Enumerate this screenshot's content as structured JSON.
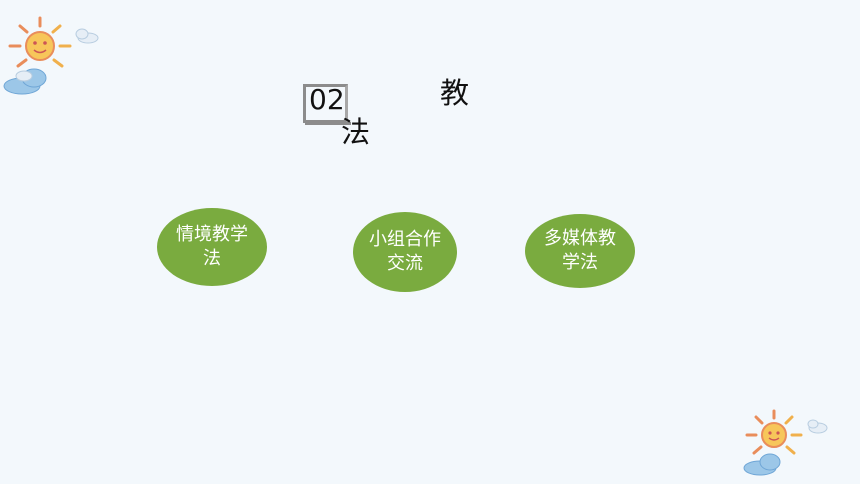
{
  "section": {
    "number": "02",
    "title_char_1": "教",
    "title_char_2": "法"
  },
  "methods": [
    {
      "label": "情境教学法"
    },
    {
      "label": "小组合作交流"
    },
    {
      "label": "多媒体教学法"
    }
  ],
  "colors": {
    "background": "#f3f8fc",
    "bubble": "#7aab3f",
    "bubble_text": "#ffffff",
    "frame": "#8c8c8c"
  },
  "icons": [
    "sun-cloud-icon",
    "sun-cloud-icon"
  ]
}
